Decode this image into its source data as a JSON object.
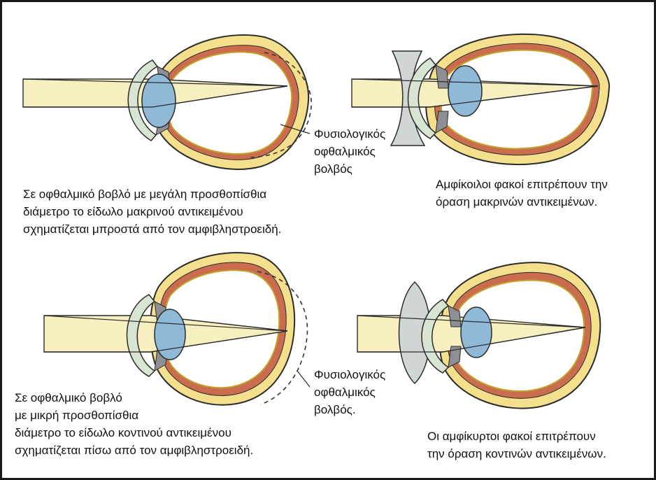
{
  "colors": {
    "sclera": "#f3df8c",
    "choroid": "#c96d4e",
    "retina_inner": "#c4a02a",
    "vitreous": "#ffffff",
    "lens": "#8fb9d6",
    "cornea": "#d8e5d2",
    "ciliary": "#8d8f94",
    "beam": "#f7efbf",
    "outline": "#2b2b2b"
  },
  "panels": {
    "top_left": {
      "label": "Φυσιολογικός\nοφθαλμικός\nβολβός",
      "caption": "Σε οφθαλμικό βοβλό με μεγάλη προσθοπίσθια\nδιάμετρο το είδωλο μακρινού αντικειμένου\nσχηματίζεται μπροστά από τον αμφιβληστροειδή."
    },
    "top_right": {
      "lens_type": "concave",
      "caption": "Αμφίκοιλοι φακοί επιτρέπουν την\nόραση μακρινών αντικειμένων."
    },
    "bottom_left": {
      "label": "Φυσιολογικός\nοφθαλμικός\nβολβός.",
      "caption": "Σε οφθαλμικό βοβλό\nμε μικρή προσθοπίσθια\nδιάμετρο το είδωλο κοντινού αντικειμένου\nσχηματίζεται πίσω από τον αμφιβληστροειδή."
    },
    "bottom_right": {
      "lens_type": "convex",
      "caption": "Οι αμφίκυρτοι φακοί επιτρέπουν\nτην όραση κοντινών αντικειμένων."
    }
  }
}
